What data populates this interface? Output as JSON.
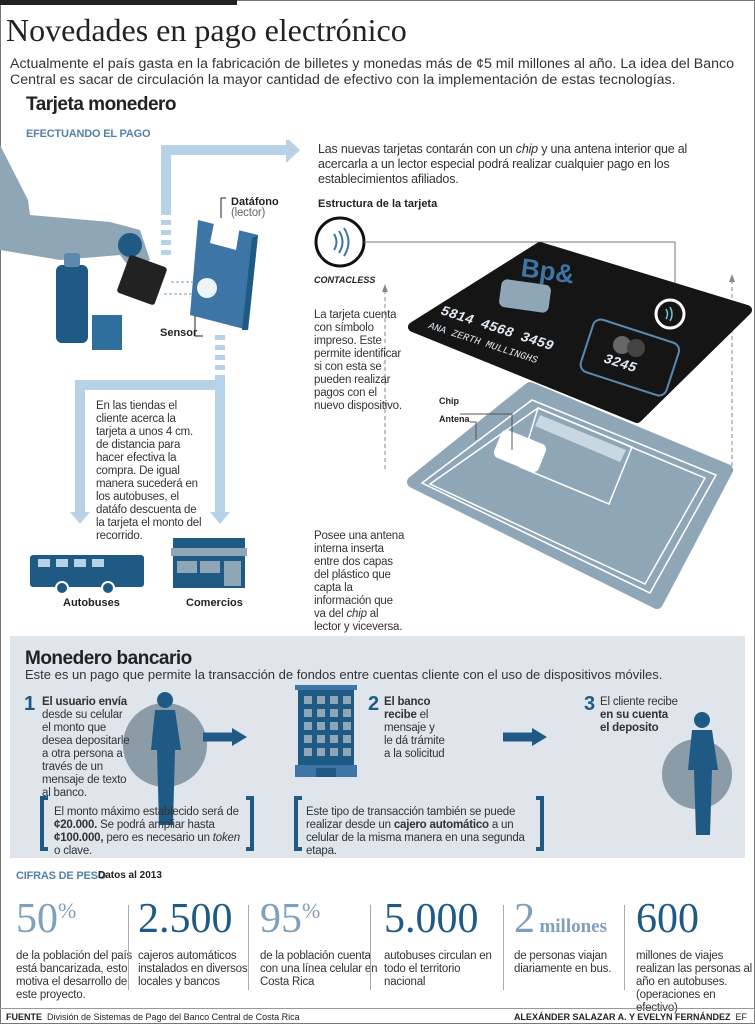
{
  "title": "Novedades en pago electrónico",
  "intro": "Actualmente el país gasta en la fabricación de billetes y monedas más de ¢5 mil millones  al año. La idea del Banco Central es sacar de circulación la mayor cantidad de efectivo con la implementación de estas tecnologías.",
  "tarjeta": {
    "heading": "Tarjeta monedero",
    "subheading": "EFECTUANDO EL PAGO",
    "top_text_1": "Las nuevas tarjetas contarán con un ",
    "top_text_chip": "chip",
    "top_text_2": " y una antena interior que al acercarla a un lector especial podrá realizar cualquier pago en los establecimientos afiliados.",
    "datafono": "Datáfono",
    "lector": "(lector)",
    "sensor": "Sensor",
    "tiendas_text": "En las tiendas el cliente acerca la tarjeta a unos 4 cm. de distancia para hacer efectiva la compra. De igual manera sucederá en los autobuses, el datáfo descuenta de la tarjeta el monto del recorrido.",
    "autobuses": "Autobuses",
    "comercios": "Comercios",
    "estructura": "Estructura de la tarjeta",
    "contacless": "CONTACLESS",
    "simbolo_text": "La tarjeta cuenta con símbolo impreso. Este permite identificar si con esta se pueden realizar pagos con el nuevo dispositivo.",
    "chip_label": "Chip",
    "antena_label": "Antena",
    "antena_text_1": "Posee una antena interna inserta entre dos capas del plástico que capta la información que va del ",
    "antena_text_chip": "chip",
    "antena_text_2": " al lector y viceversa.",
    "card": {
      "logo": "Bp&",
      "number": "5814   4568   3459",
      "name": "ANA  ZERTH MULLINGHS",
      "code": "3245"
    }
  },
  "monedero": {
    "heading": "Monedero bancario",
    "intro": "Este es un pago que permite la transacción de fondos entre cuentas cliente con el uso de dispositivos móviles.",
    "steps": [
      {
        "n": "1",
        "bold": "El usuario envía",
        "text": " desde su celular el monto que desea depositarle a otra persona a través de un mensaje de texto al banco."
      },
      {
        "n": "2",
        "bold": "El banco recibe",
        "text": " el mensaje y le dá trámite a la solicitud"
      },
      {
        "n": "3",
        "pre": "El cliente recibe ",
        "bold": "en su cuenta el deposito"
      }
    ],
    "note1": {
      "a": "El monto máximo establecido será de ",
      "b": "¢20.000.",
      "c": " Se podrá ampliar hasta ",
      "d": "¢100.000,",
      "e": " pero es necesario un ",
      "f": "token",
      "g": " o clave."
    },
    "note2": {
      "a": "Este tipo de transacción también se puede realizar desde un ",
      "b": "cajero automático",
      "c": " a un celular de la misma manera en una segunda etapa."
    }
  },
  "cifras": {
    "heading": "CIFRAS DE PESO",
    "datos": "Datos al 2013",
    "items": [
      {
        "value": "50",
        "suffix": "%",
        "desc": "de la población del país está bancarizada, esto motiva el desarrollo de este proyecto."
      },
      {
        "value": "2.500",
        "suffix": "",
        "desc": "cajeros automáticos instalados en diversos locales y bancos"
      },
      {
        "value": "95",
        "suffix": "%",
        "desc": "de la población cuenta con una línea celular en Costa Rica"
      },
      {
        "value": "5.000",
        "suffix": "",
        "desc": "autobuses circulan en todo el territorio nacional"
      },
      {
        "value": "2",
        "suffix": "millones",
        "desc": "de personas viajan diariamente en bus."
      },
      {
        "value": "600",
        "suffix": "",
        "desc": "millones de viajes realizan las personas al año en autobuses. (operaciones en efectivo)"
      }
    ]
  },
  "footer": {
    "fuente_label": "FUENTE",
    "fuente": "División de Sistemas de Pago del Banco Central de Costa Rica",
    "authors": "ALEXÁNDER SALAZAR A.  Y EVELYN FERNÁNDEZ",
    "ef": "EF"
  },
  "colors": {
    "dark_blue": "#1f5a85",
    "light_blue": "#b7d2e6",
    "gray_blue": "#8fa6b6",
    "panel": "#dfe5eb"
  }
}
